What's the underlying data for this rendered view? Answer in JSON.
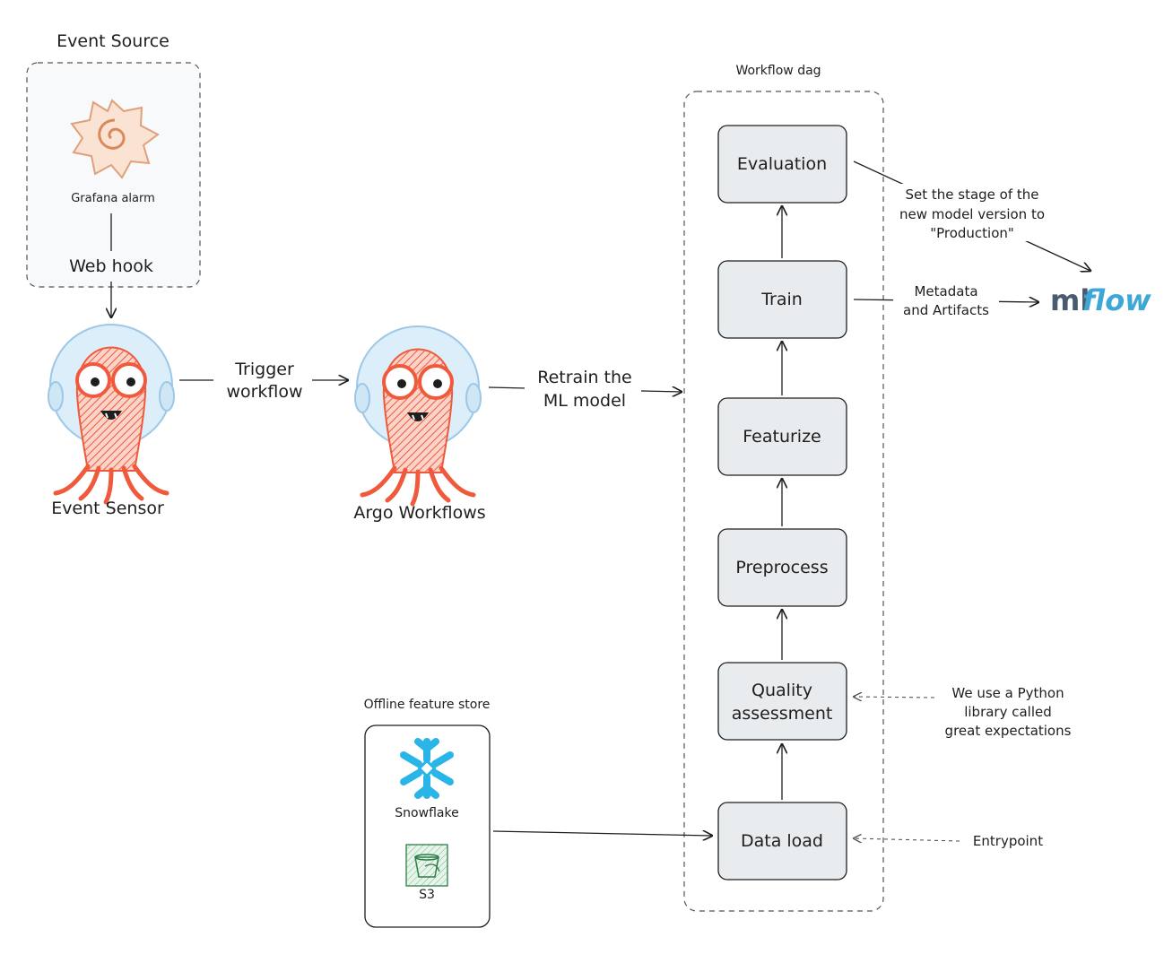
{
  "event_source": {
    "title": "Event Source",
    "grafana_label": "Grafana alarm",
    "webhook_label": "Web hook"
  },
  "event_sensor": {
    "label": "Event Sensor"
  },
  "argo": {
    "label": "Argo Workflows"
  },
  "edges": {
    "trigger": [
      "Trigger",
      "workflow"
    ],
    "retrain": [
      "Retrain the",
      "ML model"
    ],
    "stage_note": [
      "Set the stage of the",
      "new model version to",
      "\"Production\""
    ],
    "metadata": [
      "Metadata",
      "and Artifacts"
    ],
    "quality_note": [
      "We use a Python",
      "library called",
      "great expectations"
    ],
    "entrypoint": "Entrypoint"
  },
  "workflow_dag": {
    "title": "Workflow dag",
    "steps": {
      "evaluation": "Evaluation",
      "train": "Train",
      "featurize": "Featurize",
      "preprocess": "Preprocess",
      "quality": [
        "Quality",
        "assessment"
      ],
      "data_load": "Data load"
    }
  },
  "feature_store": {
    "title": "Offline feature store",
    "snowflake": "Snowflake",
    "s3": "S3"
  },
  "mlflow": {
    "ml": "ml",
    "flow": "flow"
  },
  "colors": {
    "argo_orange": "#f05a3c",
    "helmet_blue": "#cfe6f5",
    "step_fill": "#e9ecef",
    "snowflake_blue": "#29b5e8",
    "mlflow_dark": "#4a5b70",
    "mlflow_light": "#3fa7d6"
  }
}
